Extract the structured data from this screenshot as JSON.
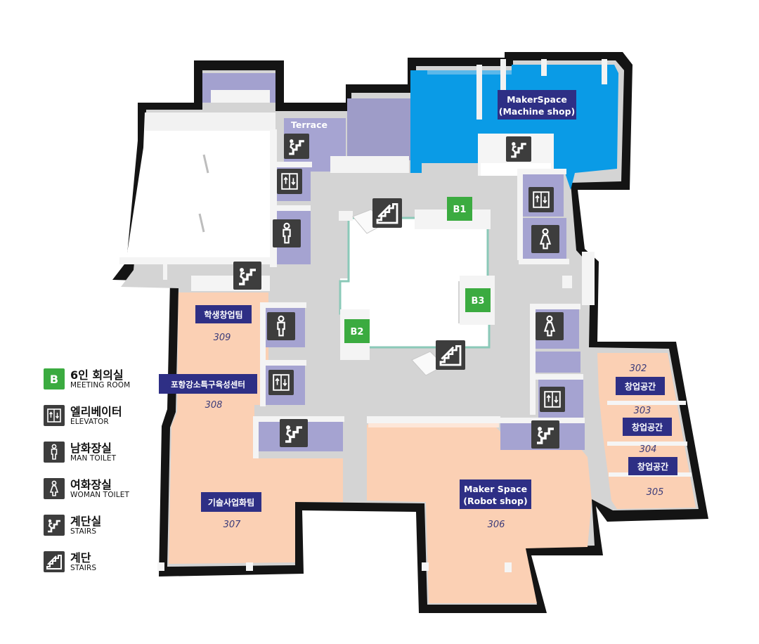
{
  "colors": {
    "wall": "#141414",
    "floor": "#d3d3d3",
    "wall_top": "#f2f2f2",
    "machine_shop": "#0a9be6",
    "workspace": "#fbcfb3",
    "lavender": "#9e9cc8",
    "room_label_bg": "#2e2f85",
    "meeting_green": "#3bab40",
    "icon_dark": "#3d3d3d"
  },
  "map": {
    "terrace": "Terrace",
    "machine_shop": [
      "MakerSpace",
      "(Machine shop)"
    ],
    "robot_shop": [
      "Maker Space",
      "(Robot shop)"
    ],
    "meeting_rooms": [
      "B1",
      "B2",
      "B3"
    ],
    "rooms": [
      {
        "label": "학생창업팀",
        "number": "309"
      },
      {
        "label": "포항강소특구육성센터",
        "number": "308"
      },
      {
        "label": "기술사업화팀",
        "number": "307"
      },
      {
        "label": "창업공간",
        "number": "302"
      },
      {
        "label": "창업공간",
        "number": "303"
      },
      {
        "label": "창업공간",
        "number": "304"
      },
      {
        "number": "305"
      },
      {
        "number": "306"
      }
    ]
  },
  "legend": [
    {
      "icon": "meeting-room-icon",
      "glyph": "B",
      "title": "6인 회의실",
      "subtitle": "MEETING ROOM"
    },
    {
      "icon": "elevator-icon",
      "title": "엘리베이터",
      "subtitle": "ELEVATOR"
    },
    {
      "icon": "man-toilet-icon",
      "title": "남화장실",
      "subtitle": "MAN TOILET"
    },
    {
      "icon": "woman-toilet-icon",
      "title": "여화장실",
      "subtitle": "WOMAN TOILET"
    },
    {
      "icon": "stairwell-icon",
      "title": "계단실",
      "subtitle": "STAIRS"
    },
    {
      "icon": "stairs-icon",
      "title": "계단",
      "subtitle": "STAIRS"
    }
  ]
}
